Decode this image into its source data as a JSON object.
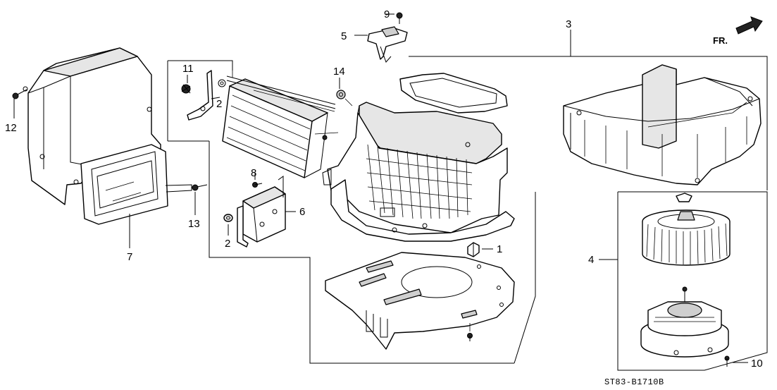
{
  "diagram": {
    "callouts": {
      "c1": "1",
      "c2a": "2",
      "c2b": "2",
      "c3": "3",
      "c4": "4",
      "c5": "5",
      "c6": "6",
      "c7": "7",
      "c8": "8",
      "c9": "9",
      "c10": "10",
      "c11": "11",
      "c12": "12",
      "c13": "13",
      "c14": "14"
    },
    "direction_label": "FR.",
    "diagram_code": "ST83-B1710B"
  }
}
